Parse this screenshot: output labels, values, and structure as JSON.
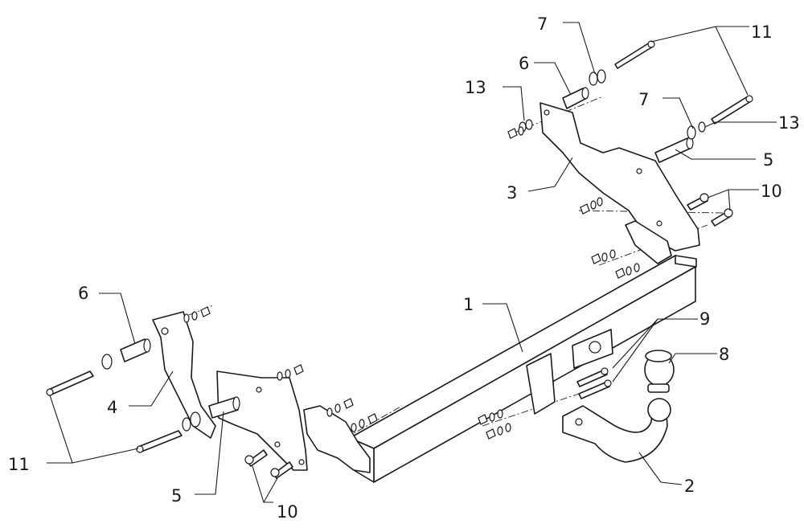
{
  "diagram": {
    "callouts": [
      {
        "id": "c1",
        "label": "1"
      },
      {
        "id": "c2",
        "label": "2"
      },
      {
        "id": "c3",
        "label": "3"
      },
      {
        "id": "c4",
        "label": "4"
      },
      {
        "id": "c5a",
        "label": "5"
      },
      {
        "id": "c5b",
        "label": "5"
      },
      {
        "id": "c6a",
        "label": "6"
      },
      {
        "id": "c6b",
        "label": "6"
      },
      {
        "id": "c7a",
        "label": "7"
      },
      {
        "id": "c7b",
        "label": "7"
      },
      {
        "id": "c8",
        "label": "8"
      },
      {
        "id": "c9",
        "label": "9"
      },
      {
        "id": "c10a",
        "label": "10"
      },
      {
        "id": "c10b",
        "label": "10"
      },
      {
        "id": "c11a",
        "label": "11"
      },
      {
        "id": "c11b",
        "label": "11"
      },
      {
        "id": "c13a",
        "label": "13"
      },
      {
        "id": "c13b",
        "label": "13"
      }
    ]
  }
}
